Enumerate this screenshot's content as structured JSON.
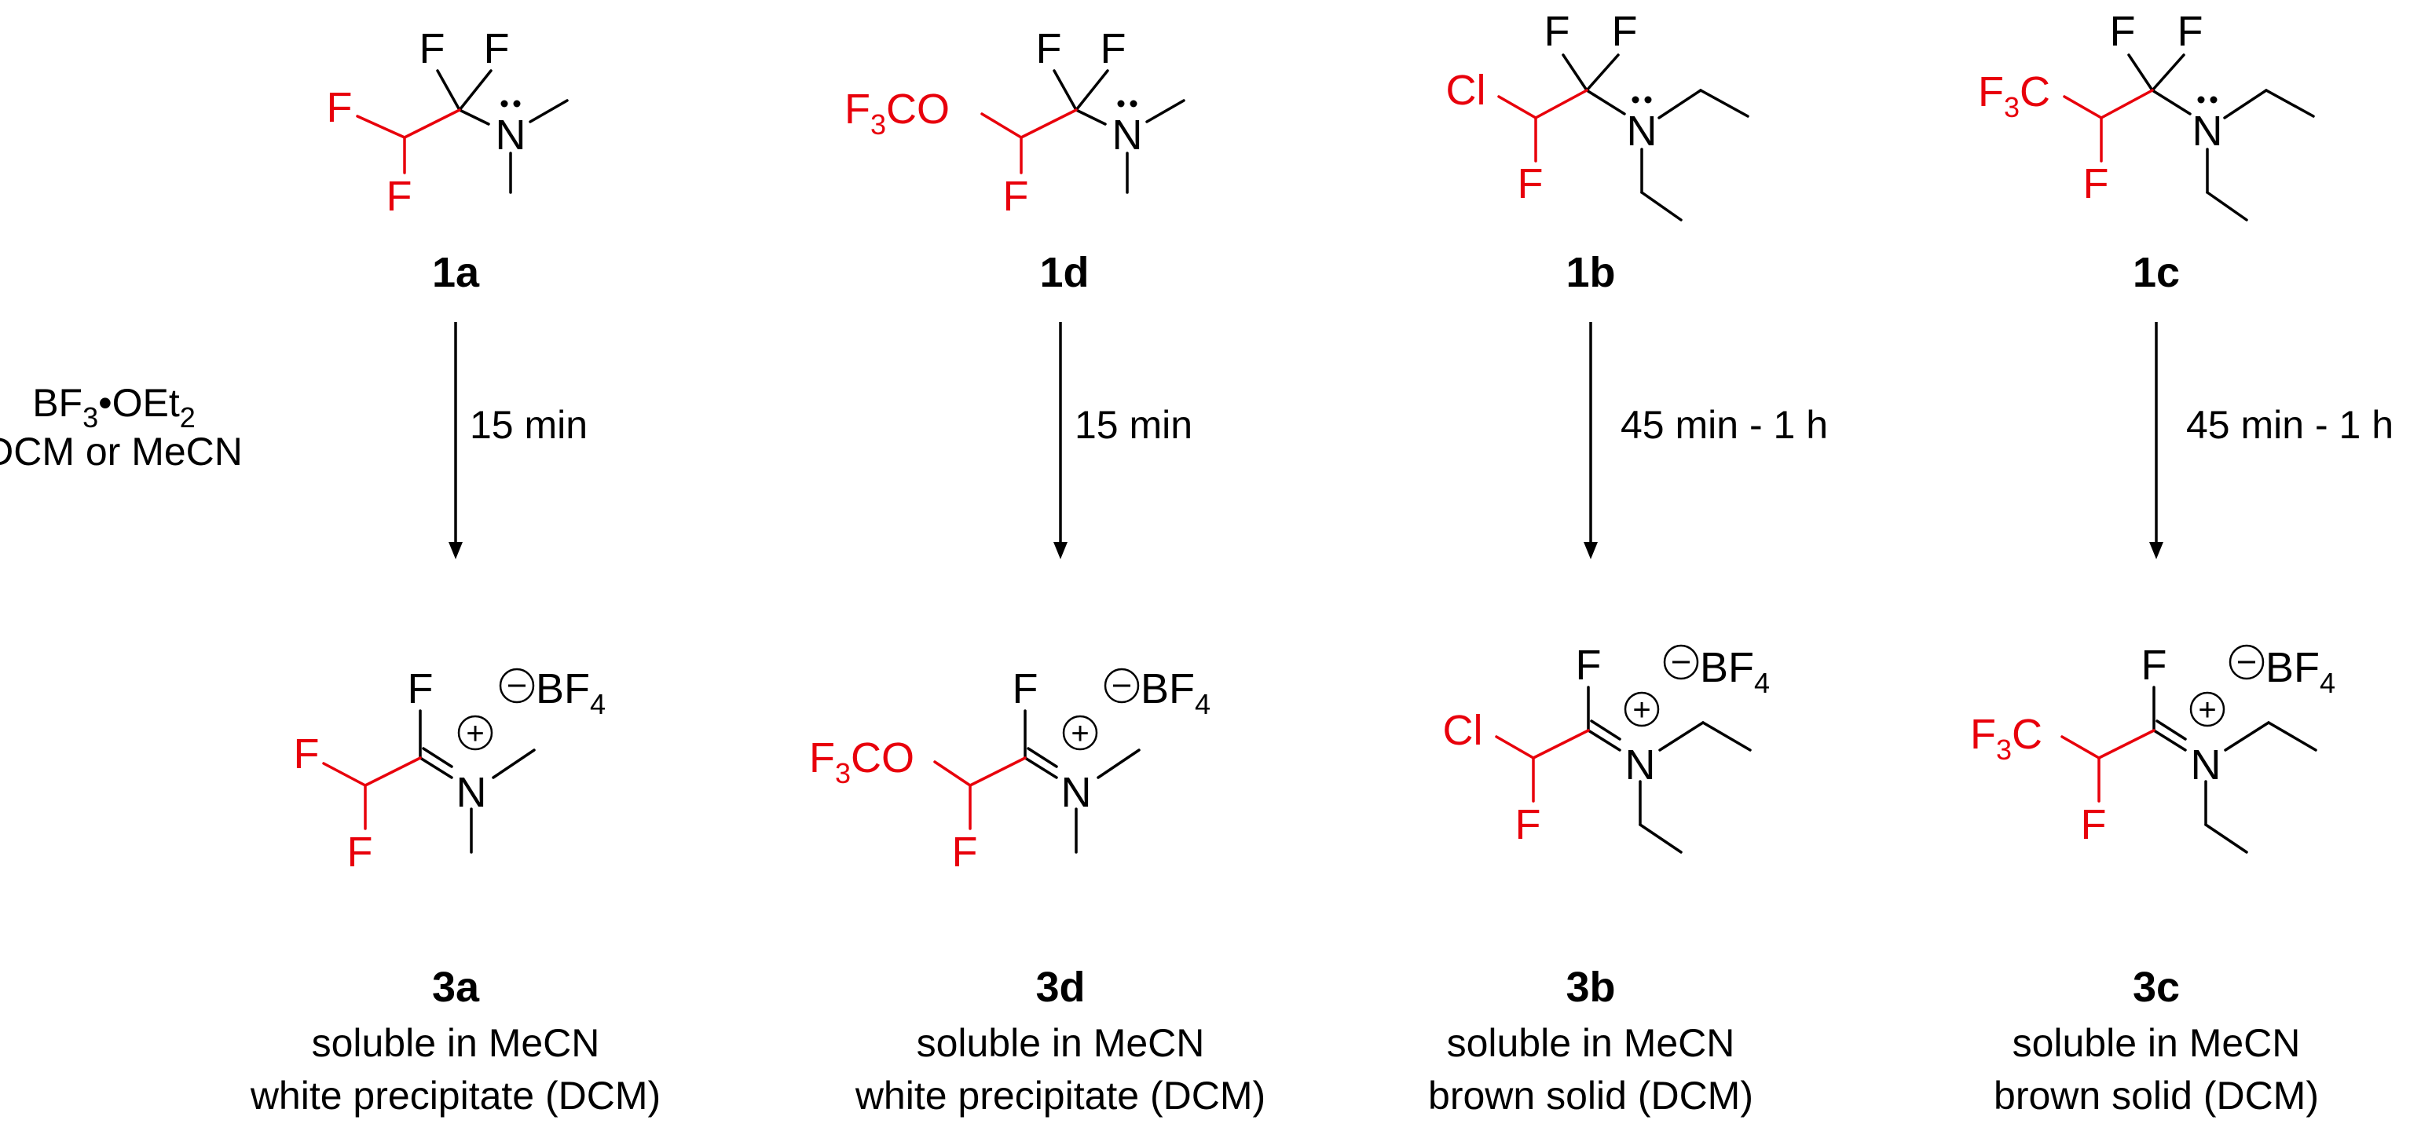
{
  "colors": {
    "highlight": "#e8000b",
    "ink": "#000000"
  },
  "atoms": {
    "F": "F",
    "N": "N",
    "Cl": "Cl",
    "C": "C",
    "O": "O",
    "B": "B",
    "num3": "3",
    "num4": "4"
  },
  "reagent": {
    "bf3": "BF",
    "bf3_sub": "3",
    "bullet": "•OEt",
    "oet_sub": "2",
    "solvent": "DCM or MeCN"
  },
  "columns": [
    {
      "start": "1a",
      "time": "15 min",
      "product": "3a",
      "note1": "soluble in MeCN",
      "note2": "white precipitate (DCM)"
    },
    {
      "start": "1d",
      "time": "15 min",
      "product": "3d",
      "note1": "soluble in MeCN",
      "note2": "white precipitate (DCM)"
    },
    {
      "start": "1b",
      "time": "45 min - 1 h",
      "product": "3b",
      "note1": "soluble in MeCN",
      "note2": "brown solid (DCM)"
    },
    {
      "start": "1c",
      "time": "45 min - 1 h",
      "product": "3c",
      "note1": "soluble in MeCN",
      "note2": "brown solid (DCM)"
    }
  ]
}
